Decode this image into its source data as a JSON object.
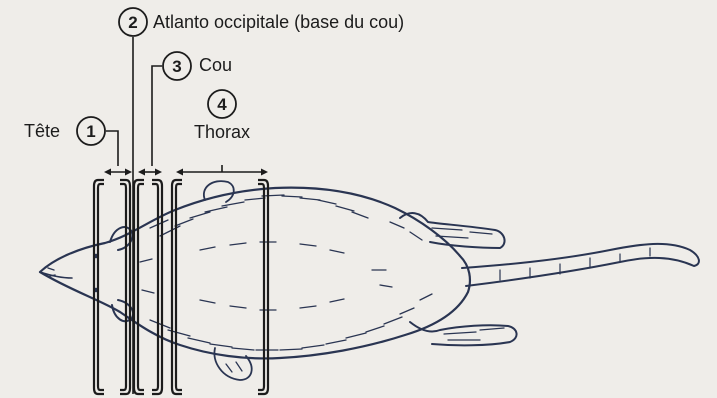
{
  "labels": {
    "head": "Tête",
    "atlanto": "Atlanto occipitale (base du cou)",
    "neck": "Cou",
    "thorax": "Thorax"
  },
  "markers": {
    "m1": "1",
    "m2": "2",
    "m3": "3",
    "m4": "4"
  },
  "colors": {
    "background": "#efede9",
    "ink": "#1c1c1c",
    "sketch": "#2a3552"
  },
  "icons": {
    "animal": "mouse-sketch-icon"
  }
}
